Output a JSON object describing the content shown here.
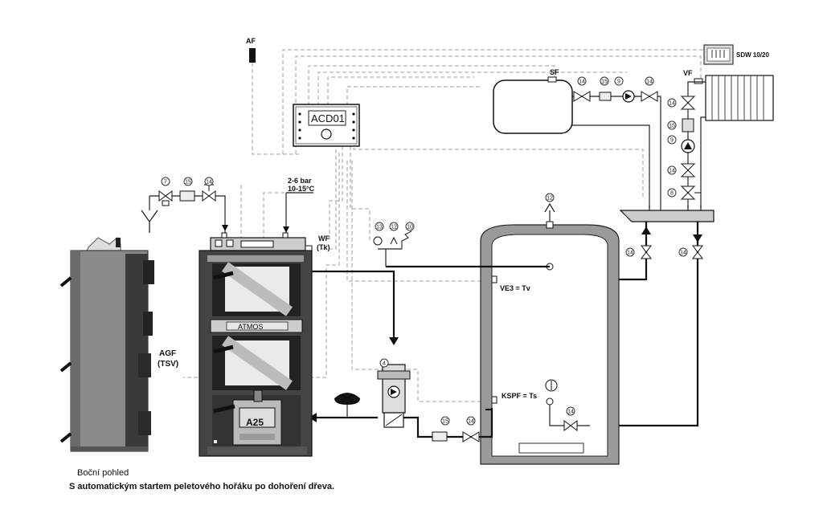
{
  "labels": {
    "af": "AF",
    "sdw": "SDW 10/20",
    "sf": "SF",
    "vf": "VF",
    "acd": "ACD01",
    "pressure_line1": "2-6 bar",
    "pressure_line2": "10-15°C",
    "wf_line1": "WF",
    "wf_line2": "(Tk)",
    "agf_line1": "AGF",
    "agf_line2": "(TSV)",
    "atmos": "ATMOS",
    "a25": "A25",
    "ve3": "VE3 = Tv",
    "kspf": "KSPF = Ts",
    "side_view": "Boční pohled",
    "caption": "S automatickým startem peletového hořáku po dohoření dřeva."
  },
  "numbers": {
    "n7": "7",
    "n15a": "15",
    "n14a": "14",
    "n13": "13",
    "n12a": "12",
    "n10": "10",
    "n12b": "12",
    "n4": "4",
    "n15b": "15",
    "n14b": "14",
    "n14c": "14",
    "n14d": "14",
    "n14e": "14",
    "n14f": "14",
    "n15c": "15",
    "n9a": "9",
    "n14g": "14",
    "n14h": "14",
    "n15d": "15",
    "n9b": "9",
    "n14i": "14",
    "n8": "8"
  }
}
